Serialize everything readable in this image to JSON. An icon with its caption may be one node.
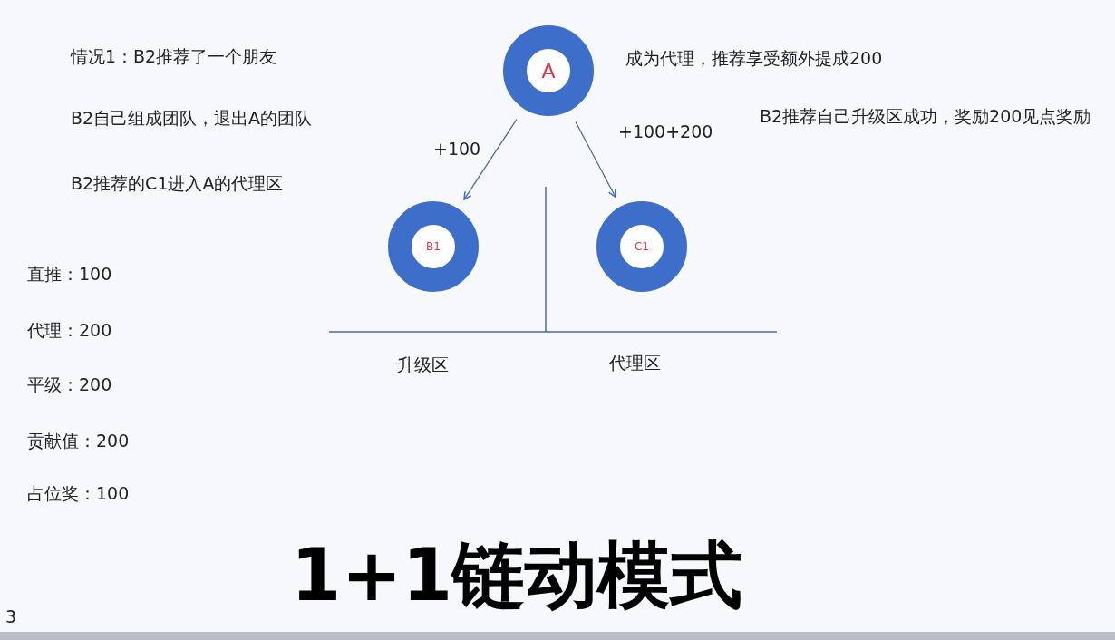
{
  "diagram": {
    "title": "1+1链动模式",
    "nodes": [
      {
        "text": [
          "A"
        ]
      },
      {
        "text": [
          "B1"
        ]
      },
      {
        "text": [
          "C1"
        ]
      }
    ],
    "edges": [
      {
        "from": 0,
        "to": 1,
        "arrow": "to",
        "label": "+100"
      },
      {
        "from": 0,
        "to": 2,
        "arrow": "to",
        "label": "+100+200"
      }
    ],
    "labels": [
      "情况1：B2推荐了一个朋友",
      "B2自己组成团队，退出A的团队",
      "B2推荐的C1进入A的代理区",
      "成为代理，推荐享受额外提成200",
      "B2推荐自己升级区成功，奖励200见点奖励",
      "直推：100",
      "代理：200",
      "平级：200",
      "贡献值：200",
      "占位奖：100",
      "升级区",
      "代理区",
      "3"
    ]
  }
}
